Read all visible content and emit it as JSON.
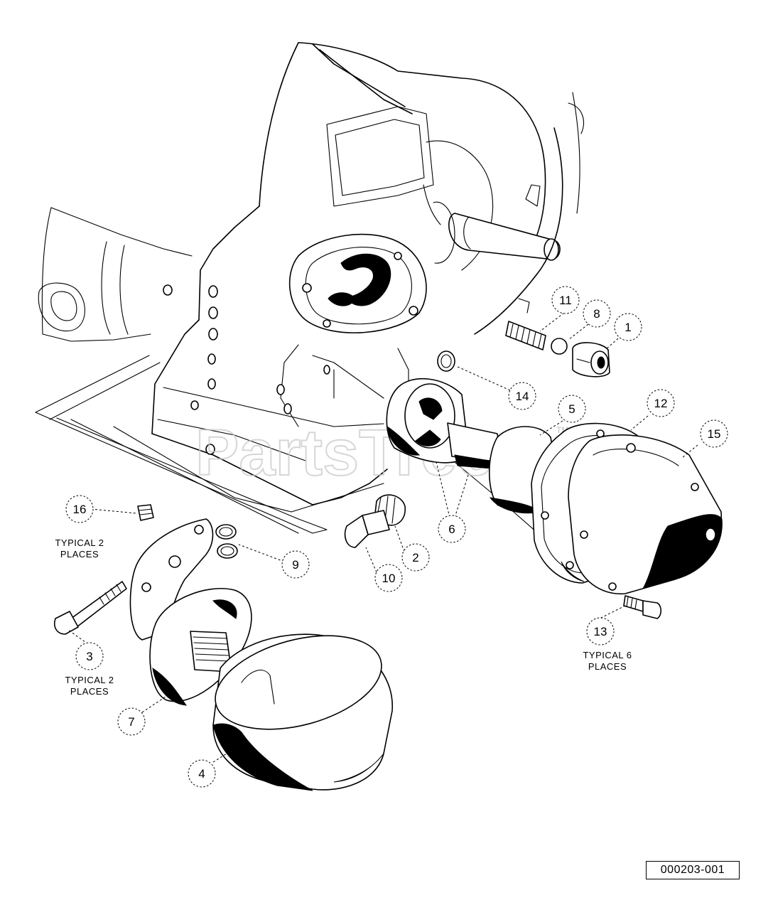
{
  "watermark": {
    "text": "PartsTree",
    "trademark": "TM"
  },
  "callouts": [
    {
      "id": "callout-1",
      "label": "1"
    },
    {
      "id": "callout-2",
      "label": "2"
    },
    {
      "id": "callout-3",
      "label": "3"
    },
    {
      "id": "callout-4",
      "label": "4"
    },
    {
      "id": "callout-5",
      "label": "5"
    },
    {
      "id": "callout-6",
      "label": "6"
    },
    {
      "id": "callout-7",
      "label": "7"
    },
    {
      "id": "callout-8",
      "label": "8"
    },
    {
      "id": "callout-9",
      "label": "9"
    },
    {
      "id": "callout-10",
      "label": "10"
    },
    {
      "id": "callout-11",
      "label": "11"
    },
    {
      "id": "callout-12",
      "label": "12"
    },
    {
      "id": "callout-13",
      "label": "13"
    },
    {
      "id": "callout-14",
      "label": "14"
    },
    {
      "id": "callout-15",
      "label": "15"
    },
    {
      "id": "callout-16",
      "label": "16"
    }
  ],
  "notes": {
    "typical_16_line1": "TYPICAL 2",
    "typical_16_line2": "PLACES",
    "typical_3_line1": "TYPICAL 2",
    "typical_3_line2": "PLACES",
    "typical_13_line1": "TYPICAL 6",
    "typical_13_line2": "PLACES"
  },
  "diagram_id": "000203-001"
}
